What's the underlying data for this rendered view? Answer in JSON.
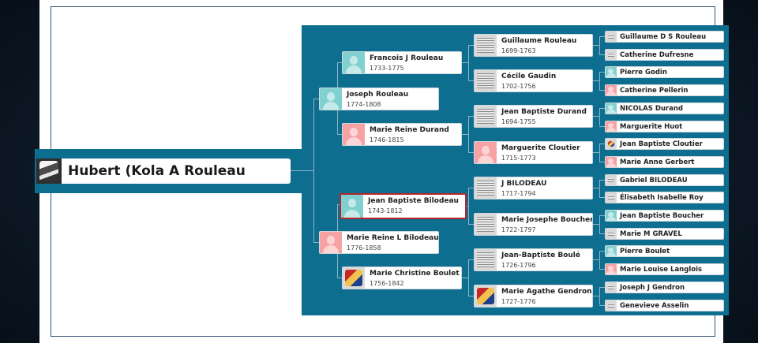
{
  "root": {
    "name": "Hubert (Kola A Rouleau"
  },
  "gen1": [
    {
      "id": "father",
      "name": "Joseph Rouleau",
      "dates": "1774-1808",
      "photo": "male"
    },
    {
      "id": "mother",
      "name": "Marie Reine L Bilodeau",
      "dates": "1776-1858",
      "photo": "female"
    }
  ],
  "gen2": [
    {
      "id": "ff",
      "name": "Francois J Rouleau",
      "dates": "1733-1775",
      "photo": "male"
    },
    {
      "id": "fm",
      "name": "Marie Reine Durand",
      "dates": "1746-1815",
      "photo": "female"
    },
    {
      "id": "mf",
      "name": "Jean Baptiste Bilodeau",
      "dates": "1743-1812",
      "photo": "male",
      "selected": true
    },
    {
      "id": "mm",
      "name": "Marie Christine Boulet",
      "dates": "1756-1842",
      "photo": "crest"
    }
  ],
  "gen3": [
    {
      "name": "Guillaume Rouleau",
      "dates": "1699-1763",
      "photo": "picture"
    },
    {
      "name": "Cécile Gaudin",
      "dates": "1702-1756",
      "photo": "picture"
    },
    {
      "name": "Jean Baptiste Durand",
      "dates": "1694-1755",
      "photo": "picture"
    },
    {
      "name": "Marguerite Cloutier",
      "dates": "1715-1773",
      "photo": "female"
    },
    {
      "name": "J BILODEAU",
      "dates": "1717-1794",
      "photo": "picture"
    },
    {
      "name": "Marie Josephe Boucher",
      "dates": "1722-1797",
      "photo": "picture"
    },
    {
      "name": "Jean-Baptiste Boulé",
      "dates": "1726-1796",
      "photo": "picture"
    },
    {
      "name": "Marie Agathe Gendron",
      "dates": "1727-1776",
      "photo": "crest"
    }
  ],
  "gen4": [
    {
      "name": "Guillaume D S Rouleau",
      "photo": "picture"
    },
    {
      "name": "Catherine Dufresne",
      "photo": "picture"
    },
    {
      "name": "Pierre Godin",
      "photo": "male"
    },
    {
      "name": "Catherine Pellerin",
      "photo": "female"
    },
    {
      "name": "NICOLAS Durand",
      "photo": "male"
    },
    {
      "name": "Marguerite Huot",
      "photo": "female"
    },
    {
      "name": "Jean Baptiste Cloutier",
      "photo": "crest"
    },
    {
      "name": "Marie Anne Gerbert",
      "photo": "female"
    },
    {
      "name": "Gabriel BILODEAU",
      "photo": "picture"
    },
    {
      "name": "Élisabeth Isabelle Roy",
      "photo": "picture"
    },
    {
      "name": "Jean Baptiste Boucher",
      "photo": "male"
    },
    {
      "name": "Marie M GRAVEL",
      "photo": "picture"
    },
    {
      "name": "Pierre Boulet",
      "photo": "male"
    },
    {
      "name": "Marie Louise Langlois",
      "photo": "female"
    },
    {
      "name": "Joseph J Gendron",
      "photo": "picture"
    },
    {
      "name": "Genevieve Asselin",
      "photo": "picture"
    }
  ]
}
